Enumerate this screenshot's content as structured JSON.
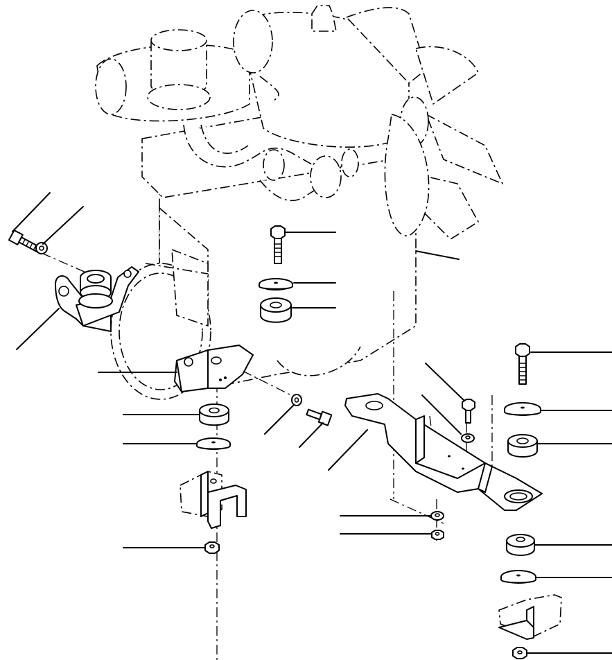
{
  "figure": {
    "title": "",
    "style": "exploded parts diagram, black line art on white",
    "colors": {
      "line": "#000000",
      "background": "#ffffff"
    }
  },
  "parts": [
    {
      "name": "engine"
    },
    {
      "name": "bolt-upper-left"
    },
    {
      "name": "washer-upper-left"
    },
    {
      "name": "front-mount-bracket-left"
    },
    {
      "name": "bolt-center-top"
    },
    {
      "name": "flat-washer-center"
    },
    {
      "name": "rubber-mount-center"
    },
    {
      "name": "rear-mount-bracket"
    },
    {
      "name": "rubber-mount-left"
    },
    {
      "name": "flat-washer-left"
    },
    {
      "name": "stopper-bracket-left"
    },
    {
      "name": "nut-left"
    },
    {
      "name": "washer-mid"
    },
    {
      "name": "bolt-mid"
    },
    {
      "name": "support-bracket-right"
    },
    {
      "name": "small-bolt-right"
    },
    {
      "name": "washer-right-small"
    },
    {
      "name": "washer-lower-center"
    },
    {
      "name": "nut-lower-center"
    },
    {
      "name": "bolt-right"
    },
    {
      "name": "flat-washer-right-upper"
    },
    {
      "name": "rubber-mount-right-upper"
    },
    {
      "name": "rubber-mount-right-lower"
    },
    {
      "name": "flat-washer-right-lower"
    },
    {
      "name": "stopper-bracket-right"
    },
    {
      "name": "nut-right"
    }
  ]
}
